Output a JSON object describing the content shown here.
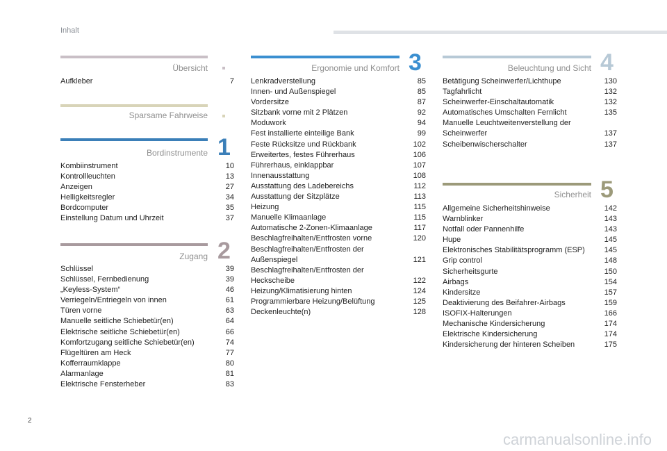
{
  "header": {
    "label": "Inhalt"
  },
  "page_number": "2",
  "watermark": "carmanualsonline.info",
  "colors": {
    "uebersicht": "#c9bfc6",
    "sparsame": "#d8d4b8",
    "bordinstrumente": "#3b7fb8",
    "zugang": "#a89a9e",
    "ergonomie": "#3b8fd0",
    "beleuchtung": "#b7c9d6",
    "sicherheit": "#9c9a7a"
  },
  "sections": {
    "uebersicht": {
      "title": "Übersicht",
      "items": [
        {
          "text": "Aufkleber",
          "page": "7"
        }
      ]
    },
    "sparsame": {
      "title": "Sparsame Fahrweise",
      "items": []
    },
    "bordinstrumente": {
      "title": "Bordinstrumente",
      "number": "1",
      "items": [
        {
          "text": "Kombiinstrument",
          "page": "10"
        },
        {
          "text": "Kontrollleuchten",
          "page": "13"
        },
        {
          "text": "Anzeigen",
          "page": "27"
        },
        {
          "text": "Helligkeitsregler",
          "page": "34"
        },
        {
          "text": "Bordcomputer",
          "page": "35"
        },
        {
          "text": "Einstellung Datum und Uhrzeit",
          "page": "37"
        }
      ]
    },
    "zugang": {
      "title": "Zugang",
      "number": "2",
      "items": [
        {
          "text": "Schlüssel",
          "page": "39"
        },
        {
          "text": "Schlüssel, Fernbedienung",
          "page": "39"
        },
        {
          "text": "„Keyless-System“",
          "page": "46"
        },
        {
          "text": "Verriegeln/Entriegeln von innen",
          "page": "61"
        },
        {
          "text": "Türen vorne",
          "page": "63"
        },
        {
          "text": "Manuelle seitliche Schiebetür(en)",
          "page": "64"
        },
        {
          "text": "Elektrische seitliche Schiebetür(en)",
          "page": "66"
        },
        {
          "text": "Komfortzugang seitliche Schiebetür(en)",
          "page": "74"
        },
        {
          "text": "Flügeltüren am Heck",
          "page": "77"
        },
        {
          "text": "Kofferraumklappe",
          "page": "80"
        },
        {
          "text": "Alarmanlage",
          "page": "81"
        },
        {
          "text": "Elektrische Fensterheber",
          "page": "83"
        }
      ]
    },
    "ergonomie": {
      "title": "Ergonomie und Komfort",
      "number": "3",
      "items": [
        {
          "text": "Lenkradverstellung",
          "page": "85"
        },
        {
          "text": "Innen- und Außenspiegel",
          "page": "85"
        },
        {
          "text": "Vordersitze",
          "page": "87"
        },
        {
          "text": "Sitzbank vorne mit 2 Plätzen",
          "page": "92"
        },
        {
          "text": "Moduwork",
          "page": "94"
        },
        {
          "text": "Fest installierte einteilige Bank",
          "page": "99"
        },
        {
          "text": "Feste Rücksitze und Rückbank",
          "page": "102"
        },
        {
          "text": "Erweitertes, festes Führerhaus",
          "page": "106"
        },
        {
          "text": "Führerhaus, einklappbar",
          "page": "107"
        },
        {
          "text": "Innenausstattung",
          "page": "108"
        },
        {
          "text": "Ausstattung des Ladebereichs",
          "page": "112"
        },
        {
          "text": "Ausstattung der Sitzplätze",
          "page": "113"
        },
        {
          "text": "Heizung",
          "page": "115"
        },
        {
          "text": "Manuelle Klimaanlage",
          "page": "115"
        },
        {
          "text": "Automatische 2-Zonen-Klimaanlage",
          "page": "117"
        },
        {
          "text": "Beschlagfreihalten/Entfrosten vorne",
          "page": "120"
        },
        {
          "text": "Beschlagfreihalten/Entfrosten der Außenspiegel",
          "page": "121"
        },
        {
          "text": "Beschlagfreihalten/Entfrosten der Heckscheibe",
          "page": "122"
        },
        {
          "text": "Heizung/Klimatisierung hinten",
          "page": "124"
        },
        {
          "text": "Programmierbare Heizung/Belüftung",
          "page": "125"
        },
        {
          "text": "Deckenleuchte(n)",
          "page": "128"
        }
      ]
    },
    "beleuchtung": {
      "title": "Beleuchtung und Sicht",
      "number": "4",
      "items": [
        {
          "text": "Betätigung Scheinwerfer/Lichthupe",
          "page": "130"
        },
        {
          "text": "Tagfahrlicht",
          "page": "132"
        },
        {
          "text": "Scheinwerfer-Einschaltautomatik",
          "page": "132"
        },
        {
          "text": "Automatisches Umschalten Fernlicht",
          "page": "135"
        },
        {
          "text": "Manuelle Leuchtweitenverstellung der Scheinwerfer",
          "page": "137"
        },
        {
          "text": "Scheibenwischerschalter",
          "page": "137"
        }
      ]
    },
    "sicherheit": {
      "title": "Sicherheit",
      "number": "5",
      "items": [
        {
          "text": "Allgemeine Sicherheitshinweise",
          "page": "142"
        },
        {
          "text": "Warnblinker",
          "page": "143"
        },
        {
          "text": "Notfall oder Pannenhilfe",
          "page": "143"
        },
        {
          "text": "Hupe",
          "page": "145"
        },
        {
          "text": "Elektronisches Stabilitätsprogramm (ESP)",
          "page": "145"
        },
        {
          "text": "Grip control",
          "page": "148"
        },
        {
          "text": "Sicherheitsgurte",
          "page": "150"
        },
        {
          "text": "Airbags",
          "page": "154"
        },
        {
          "text": "Kindersitze",
          "page": "157"
        },
        {
          "text": "Deaktivierung des Beifahrer-Airbags",
          "page": "159"
        },
        {
          "text": "ISOFIX-Halterungen",
          "page": "166"
        },
        {
          "text": "Mechanische Kindersicherung",
          "page": "174"
        },
        {
          "text": "Elektrische Kindersicherung",
          "page": "174"
        },
        {
          "text": "Kindersicherung der hinteren Scheiben",
          "page": "175"
        }
      ]
    }
  }
}
